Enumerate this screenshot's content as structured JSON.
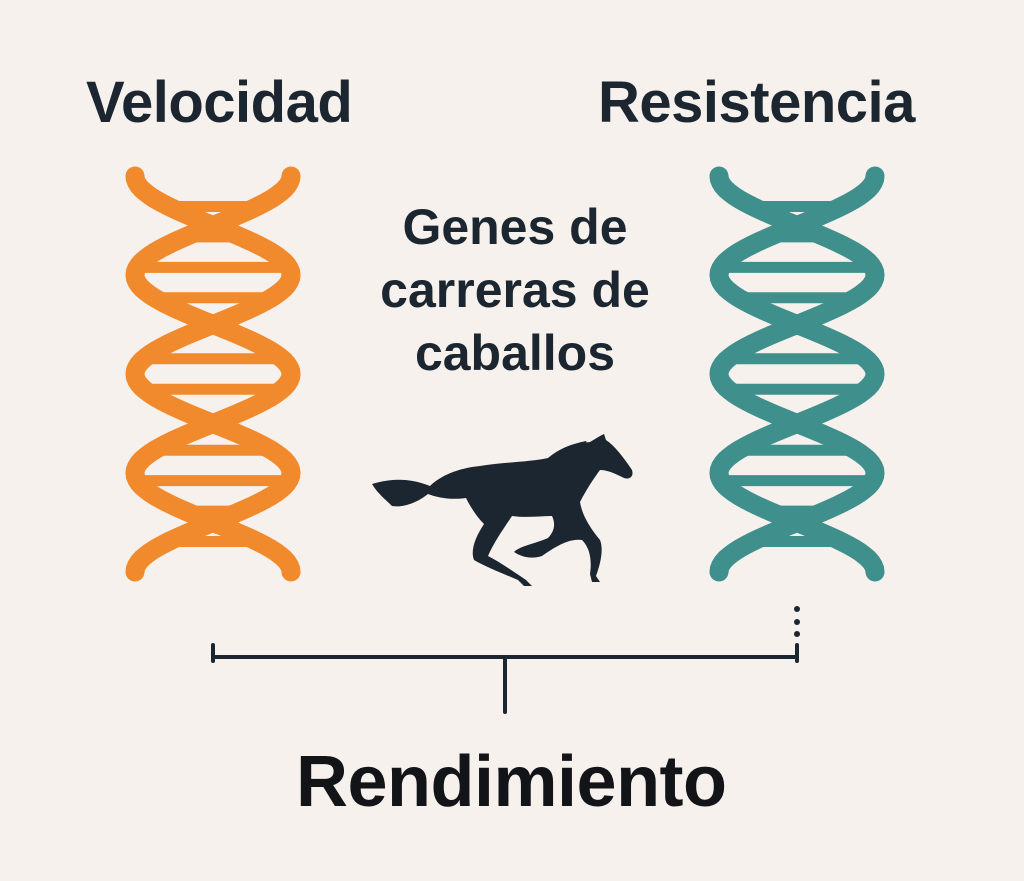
{
  "labels": {
    "left_helix": "Velocidad",
    "right_helix": "Resistencia",
    "center_title_lines": [
      "Genes de",
      "carreras de",
      "caballos"
    ],
    "bottom": "Rendimiento"
  },
  "icons": {
    "left": "dna-helix-icon",
    "right": "dna-helix-icon",
    "center": "running-horse-icon"
  },
  "colors": {
    "background": "#f6f1ec",
    "left_helix": "#f08a2c",
    "right_helix": "#3f8f8c",
    "text": "#1c2630",
    "connector": "#1c2630"
  }
}
